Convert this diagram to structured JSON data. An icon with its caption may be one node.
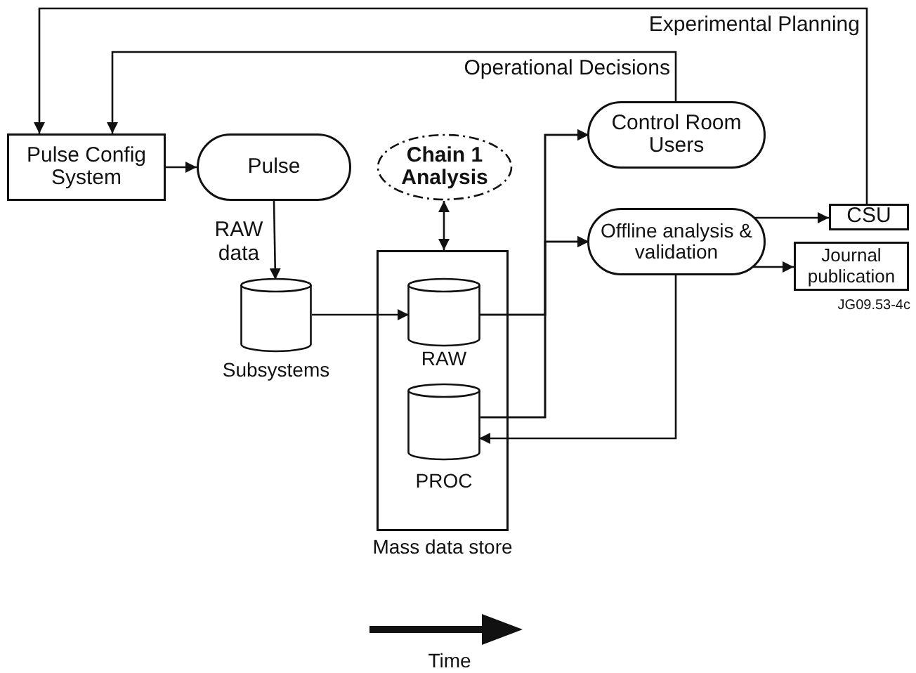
{
  "diagram": {
    "nodes": [
      {
        "text": [
          "Pulse Config System"
        ]
      },
      {
        "text": [
          "Pulse"
        ]
      },
      {
        "text": [
          "Chain 1 Analysis"
        ]
      },
      {
        "text": [
          "Control Room Users"
        ]
      },
      {
        "text": [
          "Offline analysis & validation"
        ]
      },
      {
        "text": [
          "CSU"
        ]
      },
      {
        "text": [
          "Journal publication"
        ]
      },
      {
        "text": [
          "Subsystems"
        ]
      },
      {
        "text": [
          "Mass data store"
        ]
      },
      {
        "text": [
          "RAW"
        ],
        "in": 8
      },
      {
        "text": [
          "PROC"
        ],
        "in": 8
      }
    ],
    "edges": [
      {
        "from": 0,
        "to": 1,
        "arrow": "to"
      },
      {
        "from": 1,
        "to": 7,
        "arrow": "to",
        "label": "RAW data"
      },
      {
        "from": 7,
        "to": 9,
        "arrow": "to"
      },
      {
        "from": 2,
        "to": 8,
        "arrow": "both"
      },
      {
        "from": 9,
        "to": 3,
        "arrow": "to"
      },
      {
        "from": 9,
        "to": 4,
        "arrow": "to"
      },
      {
        "from": 10,
        "to": 3,
        "arrow": "to"
      },
      {
        "from": 10,
        "to": 4,
        "arrow": "to"
      },
      {
        "from": 4,
        "to": 10,
        "arrow": "to"
      },
      {
        "from": 4,
        "to": 5,
        "arrow": "to"
      },
      {
        "from": 4,
        "to": 6,
        "arrow": "to"
      },
      {
        "from": 5,
        "to": 0,
        "arrow": "to",
        "label": "Experimental Planning"
      },
      {
        "from": 3,
        "to": 0,
        "arrow": "to",
        "label": "Operational Decisions"
      }
    ],
    "labels": [
      "JG09.53-4c",
      "Time"
    ]
  }
}
